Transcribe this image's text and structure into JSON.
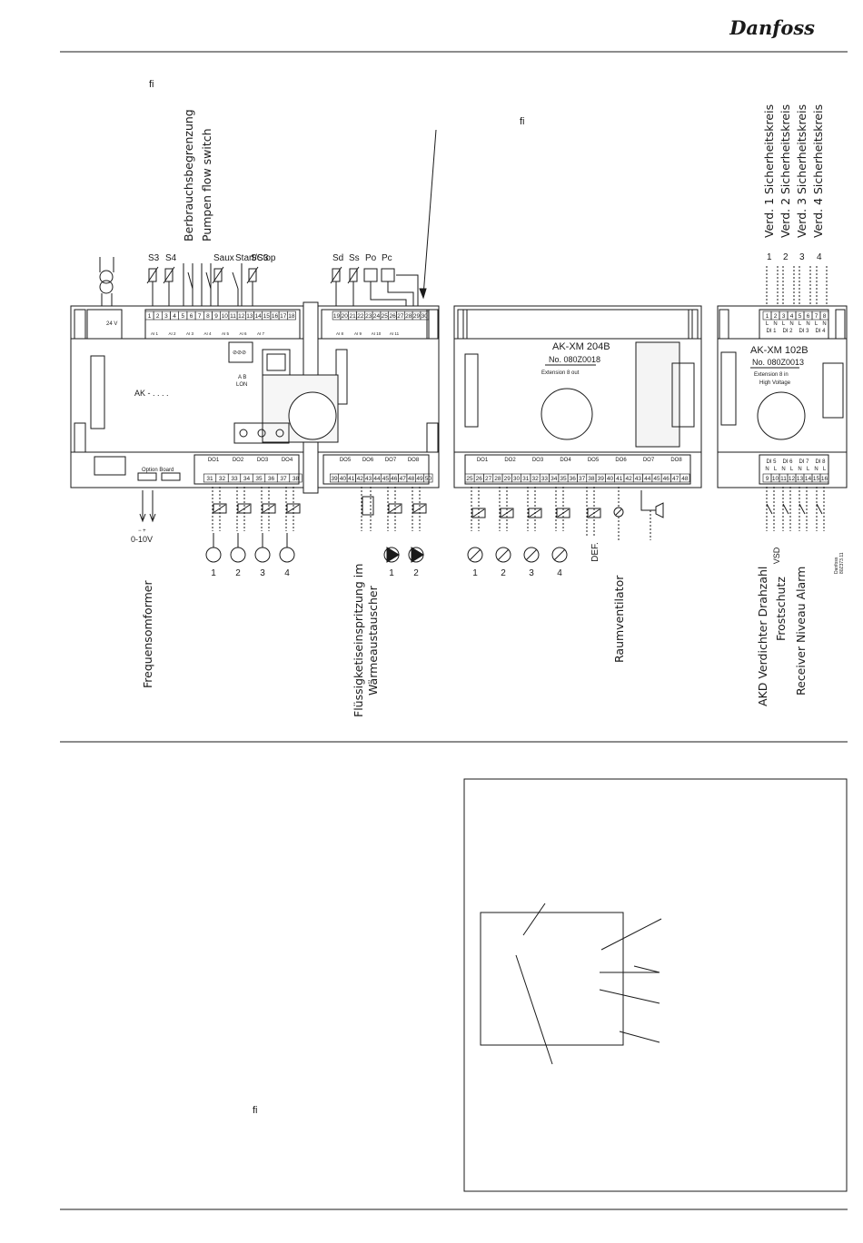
{
  "brand": {
    "logo": "Danfoss"
  },
  "page_marks": {
    "lig_top": "fi",
    "lig_diagram": "fi",
    "lig_bottom": "fi"
  },
  "colors": {
    "line": "#1a1a1a",
    "background": "#ffffff",
    "fill_grey": "#efefef"
  },
  "top_labels": {
    "verbrauch": "Berbrauchsbegrenzung",
    "pumpen": "Pumpen flow switch",
    "verd1": "Verd. 1 Sicherheitskreis",
    "verd2": "Verd. 2 Sicherheitskreis",
    "verd3": "Verd. 3 Sicherheitskreis",
    "verd4": "Verd. 4 Sicherheitskreis"
  },
  "sensors": {
    "s3": "S3",
    "s4": "S4",
    "saux": "Saux",
    "startstop": "Start/Stop",
    "sc3": "SC3",
    "sd": "Sd",
    "ss": "Ss",
    "po": "Po",
    "pc": "Pc"
  },
  "controller": {
    "name": "AK - . . . .",
    "option_board": "Option Board",
    "lon": "LON",
    "ab": "A B",
    "power": "24 V",
    "ai_labels": [
      "AI 1",
      "AI 2",
      "AI 3",
      "AI 4",
      "AI 5",
      "AI 6",
      "AI 7"
    ],
    "ai_labels_right": [
      "AI 8",
      "AI 9",
      "AI 10",
      "AI 11"
    ],
    "top_terminals_left": [
      "1",
      "2",
      "3",
      "4",
      "5",
      "6",
      "7",
      "8",
      "9",
      "10",
      "11",
      "12",
      "13",
      "14",
      "15",
      "16",
      "17",
      "18"
    ],
    "top_terminals_right": [
      "19",
      "20",
      "21",
      "22",
      "23",
      "24",
      "25",
      "26",
      "27",
      "28",
      "29",
      "30"
    ],
    "do_labels": [
      "DO1",
      "DO2",
      "DO3",
      "DO4"
    ],
    "do_terminals": [
      "31",
      "32",
      "33",
      "34",
      "35",
      "36",
      "37",
      "38"
    ],
    "do_labels_right": [
      "DO5",
      "DO6",
      "DO7",
      "DO8"
    ],
    "do_terminals_right": [
      "39",
      "40",
      "41",
      "42",
      "43",
      "44",
      "45",
      "46",
      "47",
      "48",
      "49",
      "50"
    ]
  },
  "module_204": {
    "name": "AK-XM 204B",
    "number": "No. 080Z0018",
    "desc": "Extension 8 out",
    "do_labels": [
      "DO1",
      "DO2",
      "DO3",
      "DO4",
      "DO5",
      "DO6",
      "DO7",
      "DO8"
    ],
    "terminals": [
      "25",
      "26",
      "27",
      "28",
      "29",
      "30",
      "31",
      "32",
      "33",
      "34",
      "35",
      "36",
      "37",
      "38",
      "39",
      "40",
      "41",
      "42",
      "43",
      "44",
      "45",
      "46",
      "47",
      "48"
    ]
  },
  "module_102": {
    "name": "AK-XM 102B",
    "number": "No. 080Z0013",
    "desc_line1": "Extension 8 in",
    "desc_line2": "High Voltage",
    "top_terminals": [
      "1",
      "2",
      "3",
      "4",
      "5",
      "6",
      "7",
      "8"
    ],
    "top_nl": [
      "L",
      "N",
      "L",
      "N",
      "L",
      "N",
      "L",
      "N"
    ],
    "top_di": [
      "DI 1",
      "DI 2",
      "DI 3",
      "DI 4"
    ],
    "bottom_di": [
      "DI 5",
      "DI 6",
      "DI 7",
      "DI 8"
    ],
    "bottom_nl": [
      "N",
      "L",
      "N",
      "L",
      "N",
      "L",
      "N",
      "L"
    ],
    "bottom_terminals": [
      "9",
      "10",
      "11",
      "12",
      "13",
      "14",
      "15",
      "16"
    ],
    "inputs": [
      "1",
      "2",
      "3",
      "4"
    ]
  },
  "outputs": {
    "analog": "0-10V",
    "polarity": "−  +",
    "comp_numbers": [
      "1",
      "2",
      "3",
      "4"
    ],
    "pump_numbers": [
      "1",
      "2"
    ],
    "fan_numbers": [
      "1",
      "2",
      "3",
      "4"
    ],
    "def": "DEF.",
    "vsd": "VSD"
  },
  "bottom_labels": {
    "frequens": "Frequensomformer",
    "fluessig1": "Flüssigketiseinspritzung im",
    "fluessig2": "Wärmeaustauscher",
    "raum": "Raumventilator",
    "akd": "AKD Verdichter Drahzahl",
    "frost": "Frostschutz",
    "receiver": "Receiver Niveau Alarm"
  },
  "drawing_code": {
    "line1": "Danfoss",
    "line2": "80Z373.11"
  }
}
